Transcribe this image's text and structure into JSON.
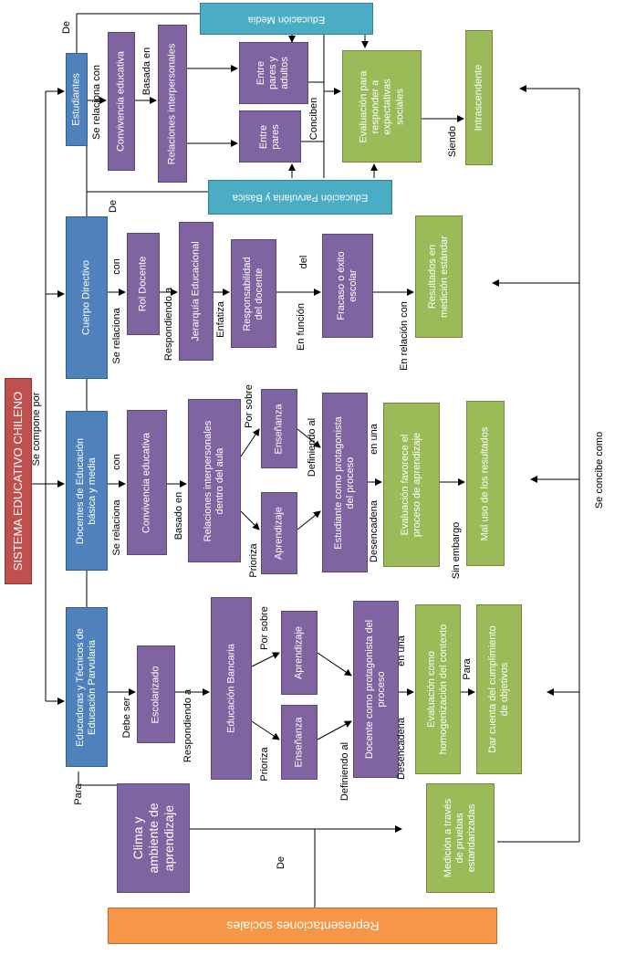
{
  "title": "SISTEMA EDUCATIVO CHILENO",
  "nodes": {
    "estudiantes": "Estudiantes",
    "cuerpo_directivo": "Cuerpo Directivo",
    "docentes_basica": [
      "Docentes de Educación",
      "básica y media"
    ],
    "educadoras": [
      "Educadoras y Técnicos de",
      "Educación Parvularia"
    ],
    "educacion_media": "Educación Media",
    "educacion_parvularia_basica": "Educación Parvularia y Básica",
    "convivencia_1": "Convivencia educativa",
    "relaciones_interpersonales": "Relaciones interpersonales",
    "entre_pares_adultos": [
      "Entre",
      "pares y",
      "adultos"
    ],
    "entre_pares": [
      "Entre",
      "pares"
    ],
    "evaluacion_expectativas": [
      "Evaluación para",
      "responder a",
      "expectativas",
      "sociales"
    ],
    "intrascendente": "Intrascendente",
    "rol_docente": "Rol Docente",
    "jerarquia": "Jerarquía Educacional",
    "responsabilidad": [
      "Responsabilidad",
      "del docente"
    ],
    "fracaso": [
      "Fracaso o éxito",
      "escolar"
    ],
    "resultados": [
      "Resultados en",
      "medición estándar"
    ],
    "convivencia_2": "Convivencia educativa",
    "relaciones_aula": [
      "Relaciones interpersonales",
      "dentro del aula"
    ],
    "ensenanza_1": "Enseñanza",
    "aprendizaje_1": "Aprendizaje",
    "estudiante_protagonista": [
      "Estudiante como protagonista",
      "del proceso"
    ],
    "evaluacion_favorece": [
      "Evaluación favorece el",
      "proceso de aprendizaje"
    ],
    "mal_uso": "Mal uso de los resultados",
    "escolarizado": "Escolarizado",
    "educacion_bancaria": "Educación Bancaria",
    "aprendizaje_2": "Aprendizaje",
    "ensenanza_2": "Enseñanza",
    "docente_protagonista": [
      "Docente como protagonista del",
      "proceso"
    ],
    "evaluacion_homogenizacion": [
      "Evaluación como",
      "homogenización del contexto"
    ],
    "dar_cuenta": [
      "Dar cuenta del cumplimiento",
      "de objetivos"
    ],
    "clima": [
      "Clima y",
      "ambiente de",
      "aprendizaje"
    ],
    "medicion": [
      "Medición a través",
      "de pruebas",
      "estandarizadas"
    ],
    "representaciones": "Representaciones sociales"
  },
  "labels": {
    "se_compone_por": "Se compone por",
    "se_concibe_como": "Se concibe como",
    "de_top": "De",
    "se_relaciona_con_1": "Se relaciona con",
    "basada_en": "Basada en",
    "conciben": "Conciben",
    "siendo": "Siendo",
    "de_mid": "De",
    "con_1": "con",
    "se_relaciona_1": "Se relaciona",
    "respondiendo_a_1": "Respondiendo a",
    "enfatiza": "Enfatiza",
    "en_funcion": "En función",
    "del": "del",
    "en_relacion_con": "En relación con",
    "se_relaciona_2": "Se relaciona",
    "con_2": "con",
    "basado_en": "Basado en",
    "por_sobre_1": "Por sobre",
    "prioriza_1": "Prioriza",
    "definiendo_al_1": "Definiendo al",
    "desencadena_1": "Desencadena",
    "en_una_1": "en una",
    "sin_embargo": "Sin embargo",
    "debe_ser": "Debe ser",
    "respondiendo_a_2": "Respondiendo a",
    "por_sobre_2": "Por sobre",
    "prioriza_2": "Prioriza",
    "definiendo_al_2": "Definiendo al",
    "desencadena_2": "Desencadena",
    "en_una_2": "en una",
    "para_1": "Para",
    "para_2": "Para",
    "de_bottom": "De"
  },
  "colors": {
    "red": "#c0504d",
    "blue": "#4f81bd",
    "purple": "#8064a2",
    "green": "#9bbb59",
    "cyan": "#4bacc6",
    "orange": "#f79646"
  }
}
